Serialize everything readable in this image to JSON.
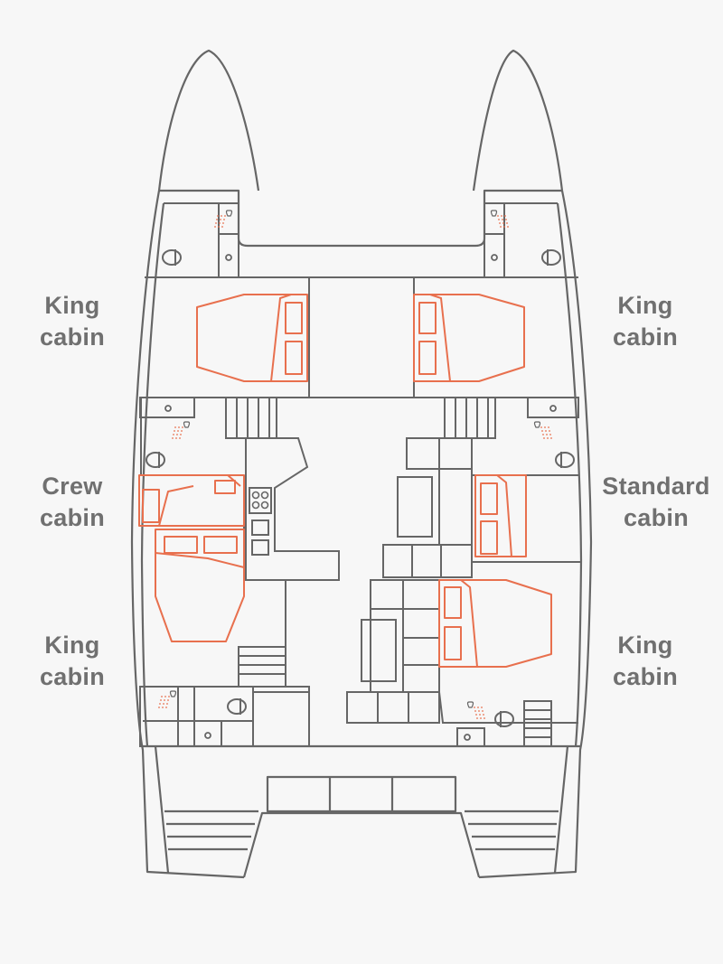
{
  "labels": {
    "left_top": {
      "line1": "King",
      "line2": "cabin"
    },
    "left_middle": {
      "line1": "Crew",
      "line2": "cabin"
    },
    "left_bottom": {
      "line1": "King",
      "line2": "cabin"
    },
    "right_top": {
      "line1": "King",
      "line2": "cabin"
    },
    "right_middle": {
      "line1": "Standard",
      "line2": "cabin"
    },
    "right_bottom": {
      "line1": "King",
      "line2": "cabin"
    }
  },
  "colors": {
    "background": "#f7f7f7",
    "structure_line": "#666666",
    "bed_accent": "#e8704e",
    "label_text": "#707070"
  },
  "icons": {
    "shower": "shower-icon",
    "toilet": "toilet-icon",
    "sink": "sink-icon",
    "stove": "stove-icon"
  }
}
